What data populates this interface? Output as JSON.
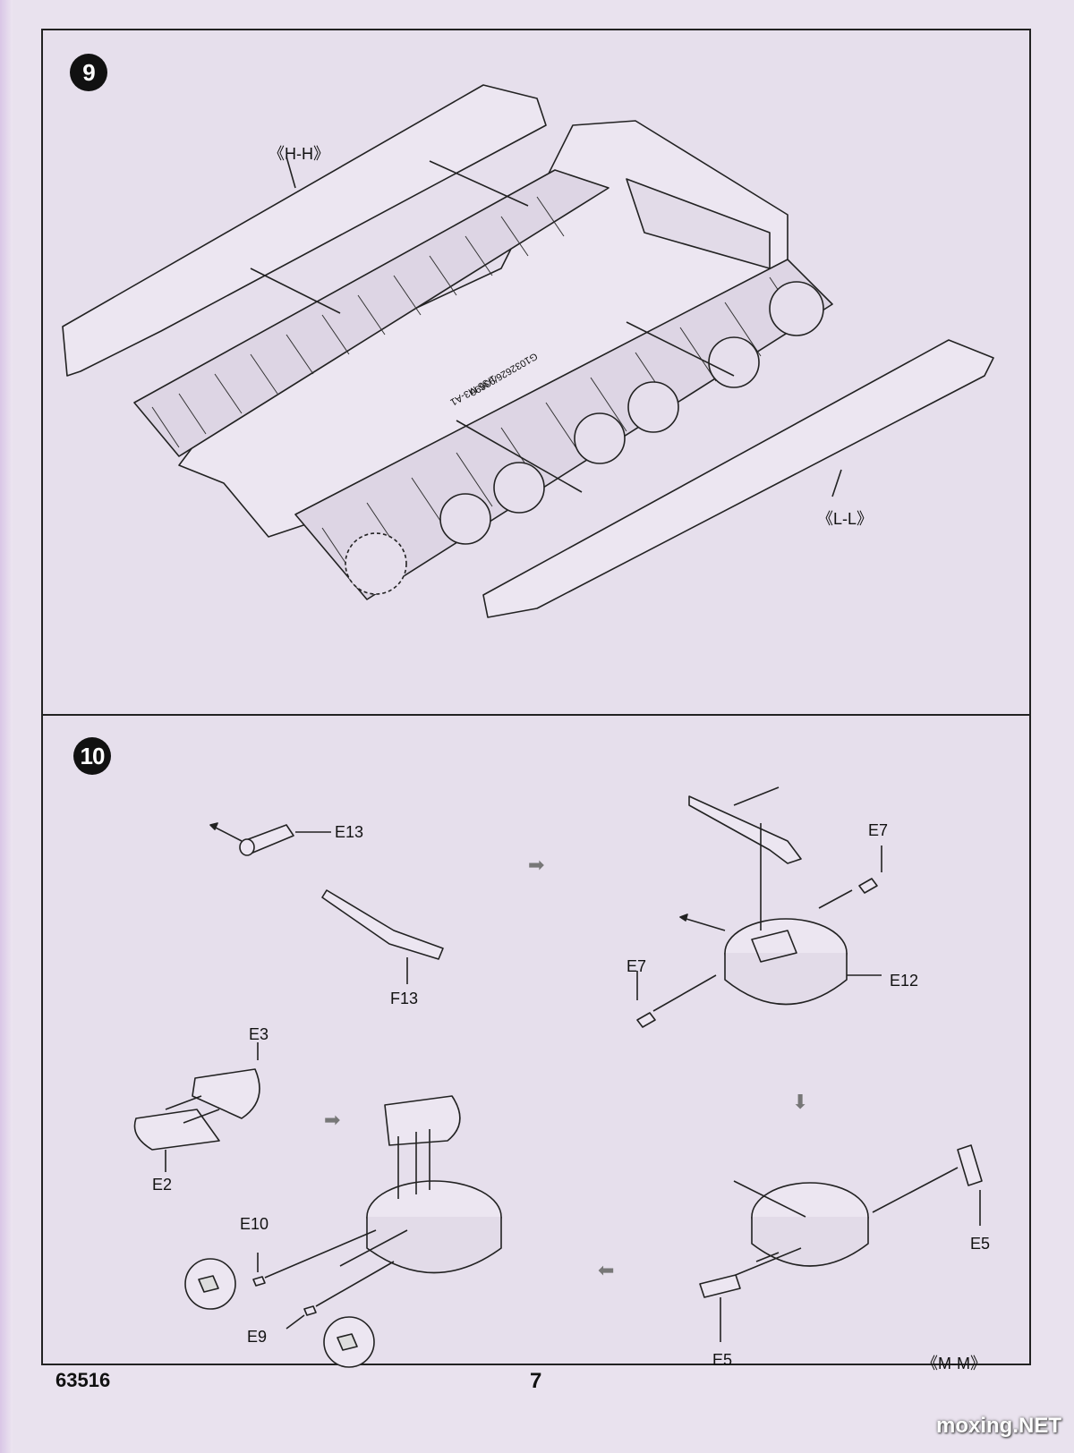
{
  "step9": {
    "number": "9",
    "labels": {
      "hh": "《H-H》",
      "ll": "《L-L》",
      "hull_marking_1": "1/35 M3-A1",
      "hull_marking_2": "G1032626/93696"
    }
  },
  "step10": {
    "number": "10",
    "parts": {
      "e13": "E13",
      "f13": "F13",
      "e7_top": "E7",
      "e7_left": "E7",
      "e12": "E12",
      "e3": "E3",
      "e2": "E2",
      "e10": "E10",
      "e9": "E9",
      "e5_right": "E5",
      "e5_bottom": "E5",
      "mm": "《M-M》"
    }
  },
  "footer": {
    "kit_number": "63516",
    "page_number": "7",
    "watermark": "moxing.NET"
  },
  "colors": {
    "paper": "#e9e2ee",
    "ink": "#222222",
    "arrow_gray": "#777777"
  }
}
